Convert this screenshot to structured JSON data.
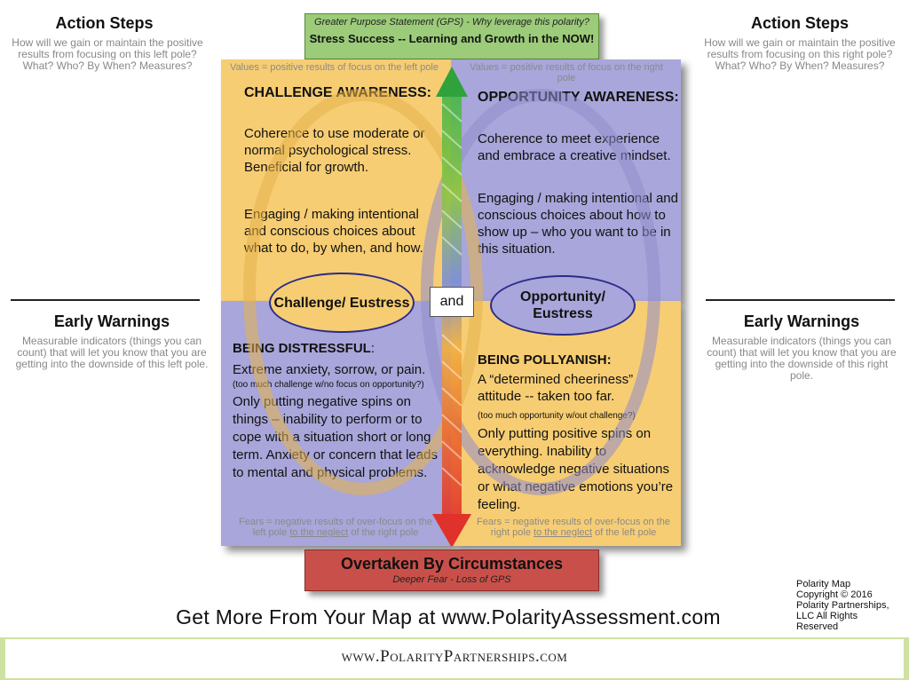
{
  "left": {
    "action_title": "Action Steps",
    "action_sub": "How will we gain or maintain the positive results from focusing on this left pole? What? Who? By When? Measures?",
    "warn_title": "Early Warnings",
    "warn_sub": "Measurable indicators (things you can count) that will let you know that you are getting into the downside of this left pole."
  },
  "right": {
    "action_title": "Action Steps",
    "action_sub": "How will we gain or maintain the positive results from focusing on this right pole? What? Who? By When? Measures?",
    "warn_title": "Early Warnings",
    "warn_sub": "Measurable indicators (things you can count) that will let you know that you are getting into the downside of this right pole."
  },
  "gps": {
    "label": "Greater Purpose Statement (GPS) - Why leverage this polarity?",
    "statement": "Stress Success -- Learning and Growth in the NOW!"
  },
  "deeper_fear": {
    "statement": "Overtaken By Circumstances",
    "label": "Deeper Fear - Loss of GPS"
  },
  "quadrants": {
    "top_left": {
      "hint": "Values = positive results of focus on the left pole",
      "heading": "CHALLENGE AWARENESS:",
      "para1": "Coherence to use moderate or normal psychological stress. Beneficial for growth.",
      "para2": "Engaging / making intentional and conscious choices about what to do, by when, and how."
    },
    "top_right": {
      "hint": "Values = positive results of focus on the right pole",
      "heading": "OPPORTUNITY AWARENESS:",
      "para1": "Coherence to meet experience and embrace a creative mindset.",
      "para2": "Engaging / making intentional and  conscious choices about how to show up – who you want to be in this situation."
    },
    "bottom_left": {
      "heading": "BEING DISTRESSFUL",
      "heading_suffix": ":",
      "line1": "Extreme anxiety, sorrow, or pain.",
      "small": "(too much challenge w/no focus on opportunity?)",
      "para": "Only putting negative spins on things – inability to perform or to cope with a situation  short or long term.  Anxiety or concern that leads to mental and physical problems.",
      "hint_a": "Fears = negative results of over-focus on the left pole ",
      "hint_u": "to the neglect",
      "hint_b": " of the right pole"
    },
    "bottom_right": {
      "heading": "BEING POLLYANISH:",
      "line1": "A “determined cheeriness” attitude -- taken too far.",
      "small": "(too much opportunity w/out challenge?)",
      "para": "Only putting positive spins on everything. Inability to acknowledge negative situations or what negative emotions you’re feeling.",
      "hint_a": "Fears = negative results of over-focus on the right pole ",
      "hint_u": "to the neglect",
      "hint_b": " of the left pole"
    }
  },
  "poles": {
    "left": "Challenge/ Eustress",
    "right": "Opportunity/ Eustress",
    "and": "and"
  },
  "cta": "Get More From Your Map at www.PolarityAssessment.com",
  "copyright": "Polarity Map Copyright © 2016 Polarity Partnerships, LLC All Rights Reserved",
  "footer_url": "www.PolarityPartnerships.com",
  "colors": {
    "gold": "#f7cd73",
    "lavender": "#a8a6da",
    "green": "#9ccc7a",
    "red": "#c9504a",
    "footer_band": "#cfe1a2"
  }
}
